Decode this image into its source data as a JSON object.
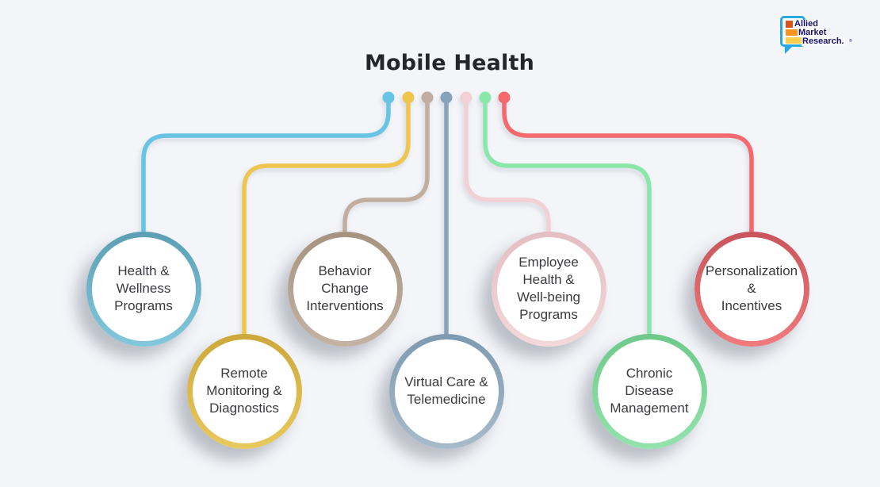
{
  "title": "Mobile Health",
  "background_color": "#F3F5F9",
  "logo": {
    "lines": [
      "Allied",
      "Market",
      "Research."
    ],
    "reg_mark": "®",
    "bubble_color": "#2AA9E0",
    "bar_colors": [
      "#D8531D",
      "#F79420",
      "#FFCF4B"
    ],
    "text_color": "#1B1464"
  },
  "nodes": [
    {
      "id": "health-wellness-programs",
      "label_lines": [
        "Health &",
        "Wellness",
        "Programs"
      ],
      "line_color": "#67C4E4",
      "ring_top": "#5C9FB5",
      "ring_bottom": "#82C8DD"
    },
    {
      "id": "remote-monitoring-diagnostics",
      "label_lines": [
        "Remote",
        "Monitoring &",
        "Diagnostics"
      ],
      "line_color": "#EEC54E",
      "ring_top": "#CDA83B",
      "ring_bottom": "#E8C95E"
    },
    {
      "id": "behavior-change-interventions",
      "label_lines": [
        "Behavior",
        "Change",
        "Interventions"
      ],
      "line_color": "#C2AE9E",
      "ring_top": "#A6937F",
      "ring_bottom": "#C4B2A3"
    },
    {
      "id": "virtual-care-telemedicine",
      "label_lines": [
        "Virtual Care &",
        "Telemedicine"
      ],
      "line_color": "#87A3BB",
      "ring_top": "#7E9AB0",
      "ring_bottom": "#A8BBCA"
    },
    {
      "id": "employee-health-wellbeing-programs",
      "label_lines": [
        "Employee",
        "Health &",
        "Well-being",
        "Programs"
      ],
      "line_color": "#F2D1D4",
      "ring_top": "#E3BEC3",
      "ring_bottom": "#F4D8DA"
    },
    {
      "id": "chronic-disease-management",
      "label_lines": [
        "Chronic",
        "Disease",
        "Management"
      ],
      "line_color": "#88E7A9",
      "ring_top": "#6FC98B",
      "ring_bottom": "#93E3AC"
    },
    {
      "id": "personalization-incentives",
      "label_lines": [
        "Personalization",
        "&",
        "Incentives"
      ],
      "line_color": "#F4696E",
      "ring_top": "#C8555B",
      "ring_bottom": "#F07A7D"
    }
  ]
}
